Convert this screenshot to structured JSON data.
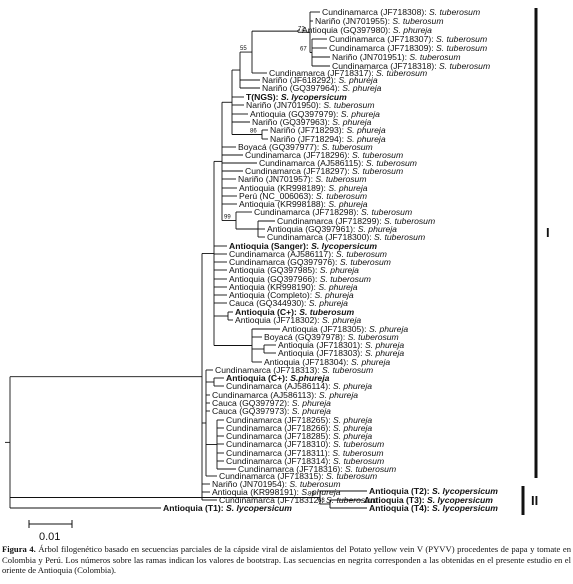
{
  "taxa": [
    {
      "id": "t1",
      "label": "Cundinamarca (JF718308):",
      "species": "S. tuberosum",
      "bold": false
    },
    {
      "id": "t2",
      "label": "Nariño (JN701955):",
      "species": "S. tuberosum",
      "bold": false
    },
    {
      "id": "t3",
      "label": "Antioquia (GQ397980):",
      "species": "S. phureja",
      "bold": false
    },
    {
      "id": "t4",
      "label": "Cundinamarca (JF718307):",
      "species": "S. tuberosum",
      "bold": false
    },
    {
      "id": "t5",
      "label": "Cundinamarca (JF718309):",
      "species": "S. tuberosum",
      "bold": false
    },
    {
      "id": "t6",
      "label": "Nariño (JN701951):",
      "species": "S. tuberosum",
      "bold": false
    },
    {
      "id": "t7",
      "label": "Cundinamarca (JF718318):",
      "species": "S. tuberosum",
      "bold": false
    },
    {
      "id": "t8",
      "label": "Cundinamarca (JF718317):",
      "species": "S. tuberosum",
      "bold": false
    },
    {
      "id": "t9",
      "label": "Nariño (JF618292):",
      "species": "S. phureja",
      "bold": false
    },
    {
      "id": "t10",
      "label": "Nariño (GQ397964):",
      "species": "S. phureja",
      "bold": false
    },
    {
      "id": "t11",
      "label": "T(NGS):",
      "species": "S. lycopersicum",
      "bold": true
    },
    {
      "id": "t12",
      "label": "Nariño (JN701950):",
      "species": "S. tuberosum",
      "bold": false
    },
    {
      "id": "t13",
      "label": "Antioquia (GQ397979):",
      "species": "S. phureja",
      "bold": false
    },
    {
      "id": "t14",
      "label": "Nariño (GQ397963):",
      "species": "S. phureja",
      "bold": false
    },
    {
      "id": "t15",
      "label": "Nariño (JF718293):",
      "species": "S. phureja",
      "bold": false
    },
    {
      "id": "t16",
      "label": "Nariño (JF718294):",
      "species": "S. phureja",
      "bold": false
    },
    {
      "id": "t17",
      "label": "Boyacá (GQ397977):",
      "species": "S. tuberosum",
      "bold": false
    },
    {
      "id": "t18",
      "label": "Cundinamarca (JF718296):",
      "species": "S. tuberosum",
      "bold": false
    },
    {
      "id": "t19",
      "label": "Cundinamarca (AJ586115):",
      "species": "S. tuberosum",
      "bold": false
    },
    {
      "id": "t20",
      "label": "Cundinamarca (JF718297):",
      "species": "S. tuberosum",
      "bold": false
    },
    {
      "id": "t21",
      "label": "Nariño (JN701957):",
      "species": "S. tuberosum",
      "bold": false
    },
    {
      "id": "t22",
      "label": "Antioquia (KR998189):",
      "species": "S. phureja",
      "bold": false
    },
    {
      "id": "t23",
      "label": "Perú (NC_006063):",
      "species": "S. tuberosum",
      "bold": false
    },
    {
      "id": "t24",
      "label": "Antioquia (KR998188):",
      "species": "S. phureja",
      "bold": false
    },
    {
      "id": "t25",
      "label": "Cundinamarca (JF718298):",
      "species": "S. tuberosum",
      "bold": false
    },
    {
      "id": "t26",
      "label": "Cundinamarca (JF718299):",
      "species": "S. tuberosum",
      "bold": false
    },
    {
      "id": "t27",
      "label": "Antioquia (GQ397961):",
      "species": "S. phureja",
      "bold": false
    },
    {
      "id": "t28",
      "label": "Cundinamarca (JF718300):",
      "species": "S. tuberosum",
      "bold": false
    },
    {
      "id": "t29",
      "label": "Antioquia (Sanger):",
      "species": "S. lycopersicum",
      "bold": true
    },
    {
      "id": "t30",
      "label": "Cundinamarca (AJ586117):",
      "species": "S. tuberosum",
      "bold": false
    },
    {
      "id": "t31",
      "label": "Cundinamarca (GQ397976):",
      "species": "S. tuberosum",
      "bold": false
    },
    {
      "id": "t32",
      "label": "Antioquia (GQ397985):",
      "species": "S. phureja",
      "bold": false
    },
    {
      "id": "t33",
      "label": "Antioquia (GQ397966):",
      "species": "S. tuberosum",
      "bold": false
    },
    {
      "id": "t34",
      "label": "Antioquia (KR998190):",
      "species": "S. phureja",
      "bold": false
    },
    {
      "id": "t35",
      "label": "Antioquia (Completo):",
      "species": "S. phureja",
      "bold": false
    },
    {
      "id": "t36",
      "label": "Cauca (GQ344930):",
      "species": "S. phureja",
      "bold": false
    },
    {
      "id": "t37",
      "label": "Antioquia (C+):",
      "species": "S. tuberosum",
      "bold": true
    },
    {
      "id": "t38",
      "label": "Antioquia (JF718302):",
      "species": "S. phureja",
      "bold": false
    },
    {
      "id": "t39",
      "label": "Antioquia (JF718305):",
      "species": "S. phureja",
      "bold": false
    },
    {
      "id": "t40",
      "label": "Boyacá (GQ397978):",
      "species": "S. tuberosum",
      "bold": false
    },
    {
      "id": "t41",
      "label": "Antioquia (JF718301):",
      "species": "S. phureja",
      "bold": false
    },
    {
      "id": "t42",
      "label": "Antioquia (JF718303):",
      "species": "S. phureja",
      "bold": false
    },
    {
      "id": "t43",
      "label": "Antioquia (JF718304):",
      "species": "S. phureja",
      "bold": false
    },
    {
      "id": "t44",
      "label": "Cundinamarca (JF718313):",
      "species": "S. tuberosum",
      "bold": false
    },
    {
      "id": "t45",
      "label": "Antioquia (C+):",
      "species": "S.phureja",
      "bold": true
    },
    {
      "id": "t46",
      "label": "Cundinamarca (AJ586114):",
      "species": "S. phureja",
      "bold": false
    },
    {
      "id": "t47",
      "label": "Cundinamarca (AJ586113):",
      "species": "S. phureja",
      "bold": false
    },
    {
      "id": "t48",
      "label": "Cauca (GQ397972):",
      "species": "S. phureja",
      "bold": false
    },
    {
      "id": "t49",
      "label": "Cauca (GQ397973):",
      "species": "S. phureja",
      "bold": false
    },
    {
      "id": "t50",
      "label": "Cundinamarca (JF718265):",
      "species": "S. phureja",
      "bold": false
    },
    {
      "id": "t51",
      "label": "Cundinamarca (JF718266):",
      "species": "S. phureja",
      "bold": false
    },
    {
      "id": "t52",
      "label": "Cundinamarca (JF718285):",
      "species": "S. phureja",
      "bold": false
    },
    {
      "id": "t53",
      "label": "Cundinamarca (JF718310):",
      "species": "S. tuberosum",
      "bold": false
    },
    {
      "id": "t54",
      "label": "Cundinamarca (JF718311):",
      "species": "S. tuberosum",
      "bold": false
    },
    {
      "id": "t55",
      "label": "Cundinamarca (JF718314):",
      "species": "S. tuberosum",
      "bold": false
    },
    {
      "id": "t56",
      "label": "Cundinamarca (JF718316):",
      "species": "S. tuberosum",
      "bold": false
    },
    {
      "id": "t57",
      "label": "Cundinamarca (JF718315):",
      "species": "S. tuberosum",
      "bold": false
    },
    {
      "id": "t58",
      "label": "Nariño (JN701954):",
      "species": "S. tuberosum",
      "bold": false
    },
    {
      "id": "t59",
      "label": "Antioquia (KR998191):",
      "species": "S. phureja",
      "bold": false
    },
    {
      "id": "t60",
      "label": "Cundinamarca (JF718312):",
      "species": "S. tuberosum",
      "bold": false
    },
    {
      "id": "t61",
      "label": "Antioquia (T1):",
      "species": "S. lycopersicum",
      "bold": true
    },
    {
      "id": "t62",
      "label": "Antioquia (T2):",
      "species": "S. lycopersicum",
      "bold": true
    },
    {
      "id": "t63",
      "label": "Antioquia (T3):",
      "species": "S. lycopersicum",
      "bold": true
    },
    {
      "id": "t64",
      "label": "Antioquia (T4):",
      "species": "S. lycopersicum",
      "bold": true
    }
  ],
  "bootstrap": [
    {
      "id": "bs1",
      "value": "72"
    },
    {
      "id": "bs2",
      "value": "55"
    },
    {
      "id": "bs3",
      "value": "67"
    },
    {
      "id": "bs4",
      "value": "86"
    },
    {
      "id": "bs5",
      "value": "99"
    },
    {
      "id": "bs6",
      "value": "99"
    },
    {
      "id": "bs7",
      "value": "68"
    }
  ],
  "groups": [
    {
      "id": "g1",
      "label": "I"
    },
    {
      "id": "g2",
      "label": "II"
    }
  ],
  "scale_bar": {
    "label": "0.01"
  },
  "caption": {
    "label": "Figura 4.",
    "text": "Árbol filogenético basado en secuencias parciales de la cápside viral de aislamientos del Potato yellow vein V (PYVV) procedentes de papa y tomate en Colombia y Perú. Los números sobre las ramas indican los valores de bootstrap. Las secuencias en negrita corresponden a las obtenidas en el presente estudio en el oriente de Antioquia (Colombia)."
  }
}
